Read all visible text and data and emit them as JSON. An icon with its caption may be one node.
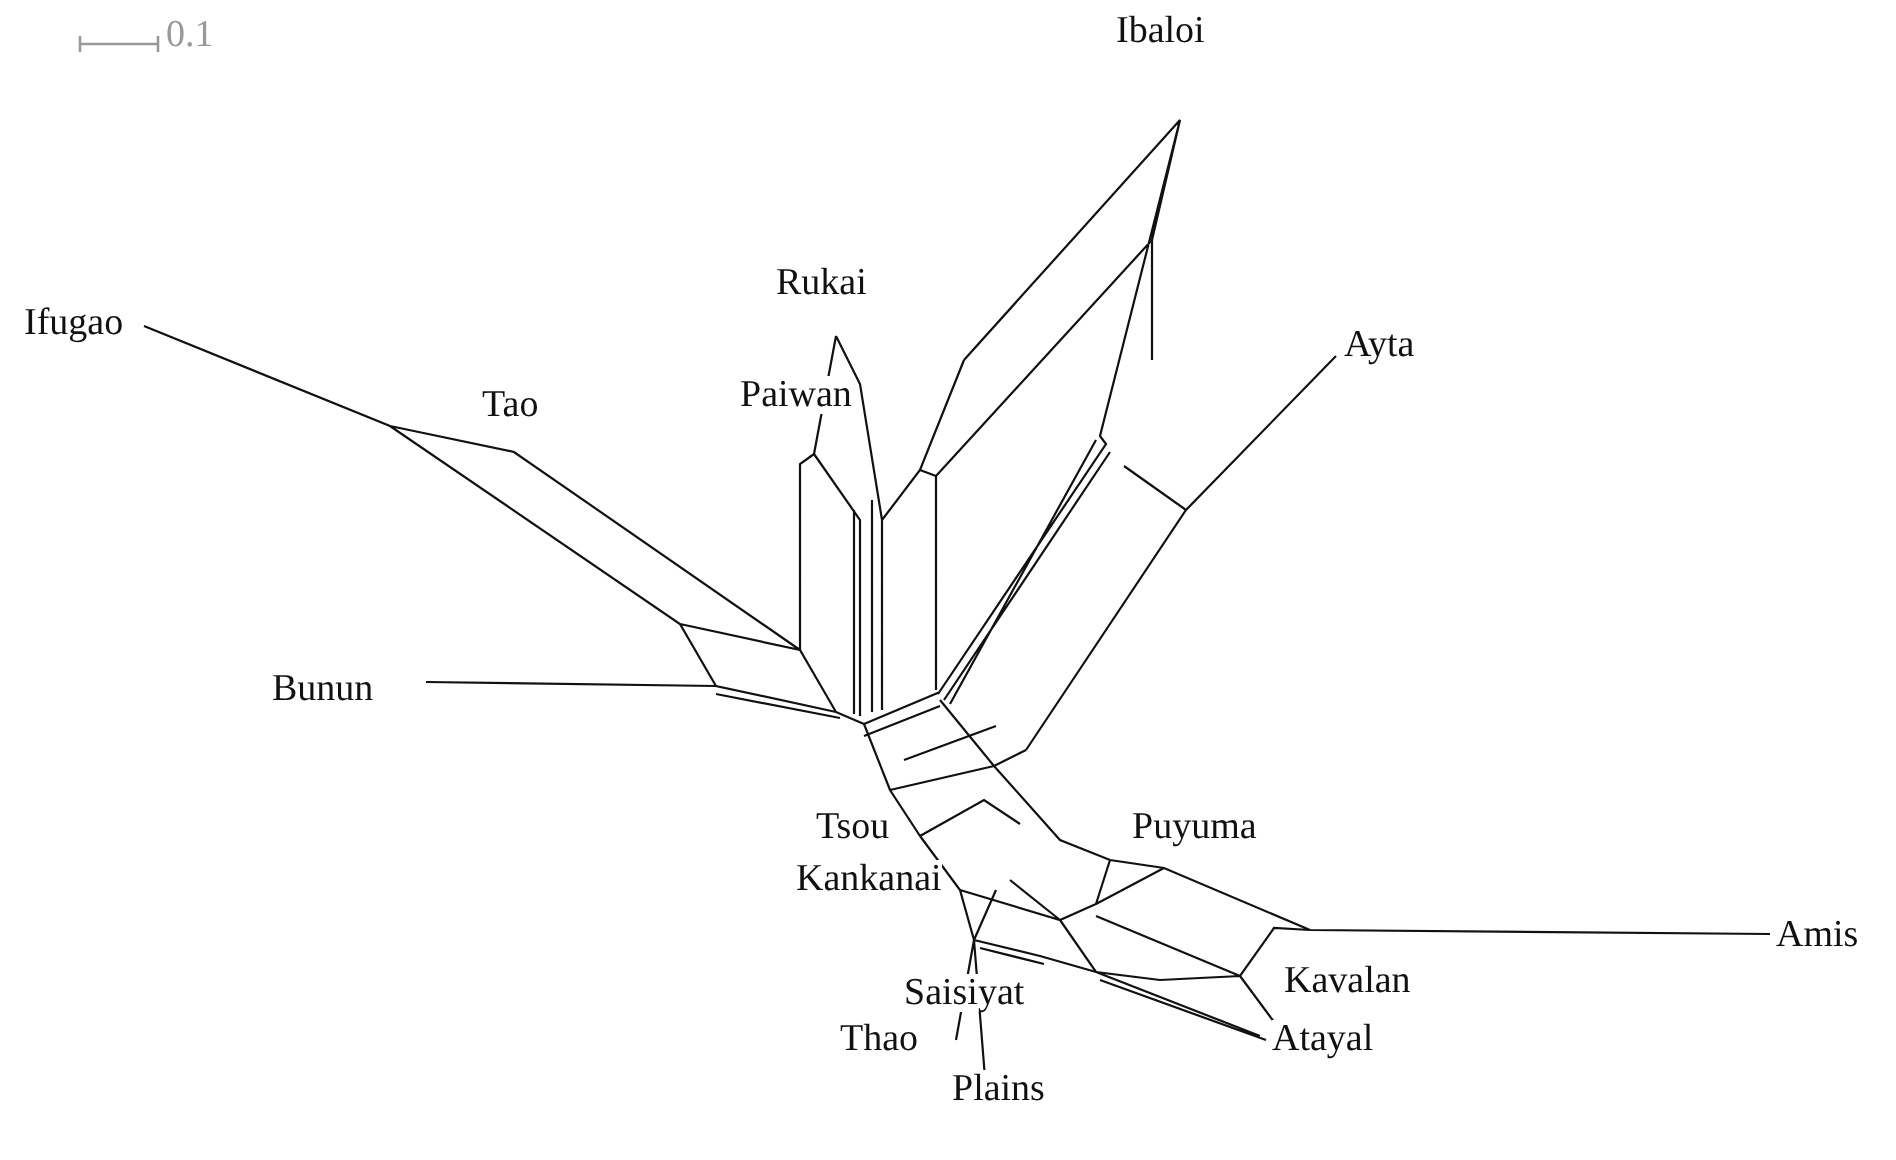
{
  "diagram": {
    "labels": [
      "0.1",
      "Ibaloi",
      "Ifugao",
      "Rukai",
      "Ayta",
      "Tao",
      "Paiwan",
      "Bunun",
      "Tsou",
      "Puyuma",
      "Kankanai",
      "Amis",
      "Saisiyat",
      "Kavalan",
      "Thao",
      "Atayal",
      "Plains"
    ]
  }
}
